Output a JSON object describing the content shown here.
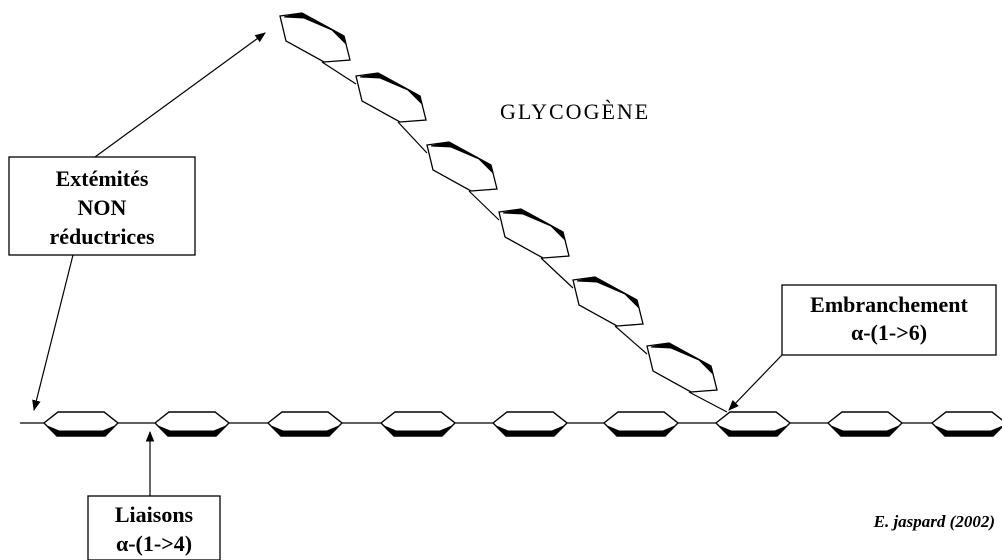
{
  "title": "GLYCOGÈNE",
  "labels": {
    "non_reducing": [
      "Extémités",
      "NON",
      "réductrices"
    ],
    "branch": [
      "Embranchement",
      "α-(1->6)"
    ],
    "bonds": [
      "Liaisons",
      "α-(1->4)"
    ]
  },
  "credit": "E. jaspard (2002)"
}
